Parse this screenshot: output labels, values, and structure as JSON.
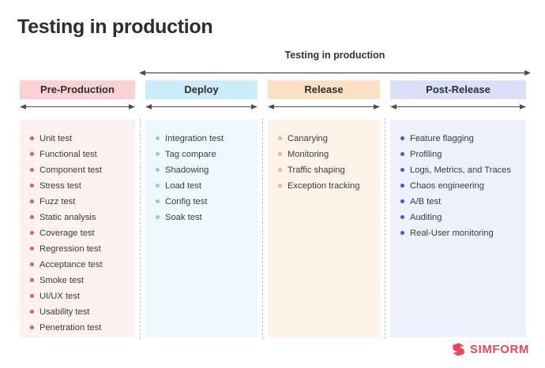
{
  "page": {
    "title": "Testing in production",
    "background_color": "#ffffff",
    "text_color": "#333333"
  },
  "overview": {
    "label": "Testing in production",
    "arrow_icon": "double-headed-arrow-icon",
    "arrow_color": "#4d4d4d"
  },
  "columns": [
    {
      "key": "pre_production",
      "header": "Pre-Production",
      "header_bg": "#fad2d4",
      "panel_bg": "#fdf1f1",
      "bullet_color": "#f0545c",
      "arrow_icon": "double-headed-arrow-icon",
      "items": [
        "Unit test",
        "Functional test",
        "Component test",
        "Stress test",
        "Fuzz test",
        "Static analysis",
        "Coverage test",
        "Regression test",
        "Acceptance test",
        "Smoke test",
        "UI/UX test",
        "Usability test",
        "Penetration test"
      ]
    },
    {
      "key": "deploy",
      "header": "Deploy",
      "header_bg": "#cdecfa",
      "panel_bg": "#eef8fd",
      "bullet_color": "#7fd0ea",
      "arrow_icon": "double-headed-arrow-icon",
      "items": [
        "Integration test",
        "Tag compare",
        "Shadowing",
        "Load test",
        "Config test",
        "Soak test"
      ]
    },
    {
      "key": "release",
      "header": "Release",
      "header_bg": "#fbe0c4",
      "panel_bg": "#fdf3e9",
      "bullet_color": "#f0b77b",
      "arrow_icon": "double-headed-arrow-icon",
      "items": [
        "Canarying",
        "Monitoring",
        "Traffic shaping",
        "Exception tracking"
      ]
    },
    {
      "key": "post_release",
      "header": "Post-Release",
      "header_bg": "#dae0f7",
      "panel_bg": "#eef0fb",
      "bullet_color": "#4659d6",
      "arrow_icon": "double-headed-arrow-icon",
      "items": [
        "Feature flagging",
        "Profiling",
        "Logs, Metrics, and Traces",
        "Chaos engineering",
        "A/B test",
        "Auditing",
        "Real-User monitoring"
      ]
    }
  ],
  "divider": {
    "style": "dashed",
    "color": "#b9c3ef"
  },
  "logo": {
    "name": "simform-logo",
    "text": "SIMFORM",
    "mark_icon": "simform-mark-icon",
    "color": "#ef4455"
  }
}
